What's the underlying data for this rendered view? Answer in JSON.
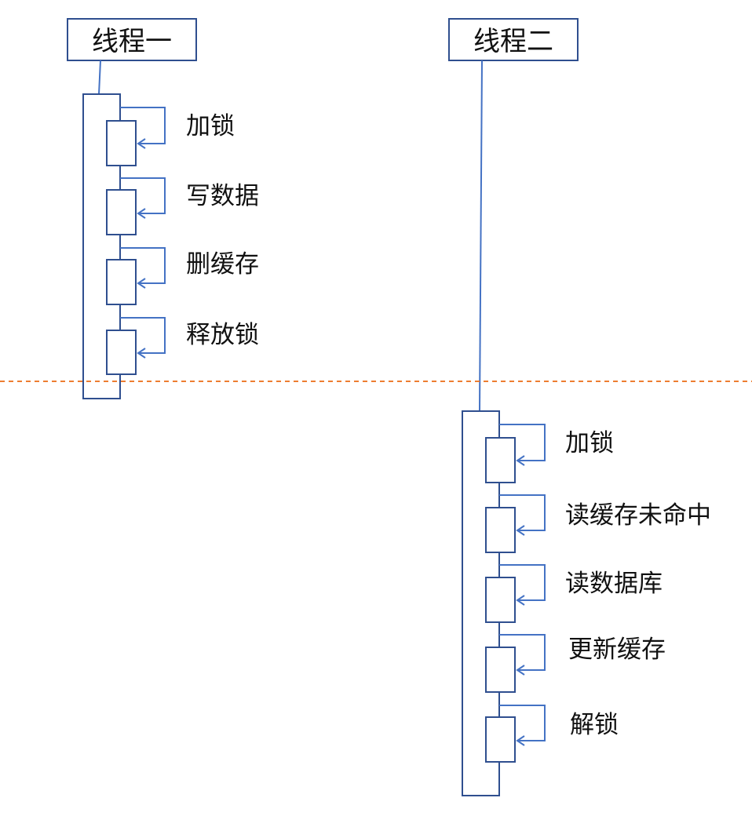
{
  "colors": {
    "box_stroke": "#2f4f8f",
    "arrow_stroke": "#4472c4",
    "divider": "#ed7d31",
    "text": "#111111"
  },
  "thread1": {
    "title": "线程一",
    "steps": [
      "加锁",
      "写数据",
      "删缓存",
      "释放锁"
    ]
  },
  "thread2": {
    "title": "线程二",
    "steps": [
      "加锁",
      "读缓存未命中",
      "读数据库",
      "更新缓存",
      "解锁"
    ]
  }
}
